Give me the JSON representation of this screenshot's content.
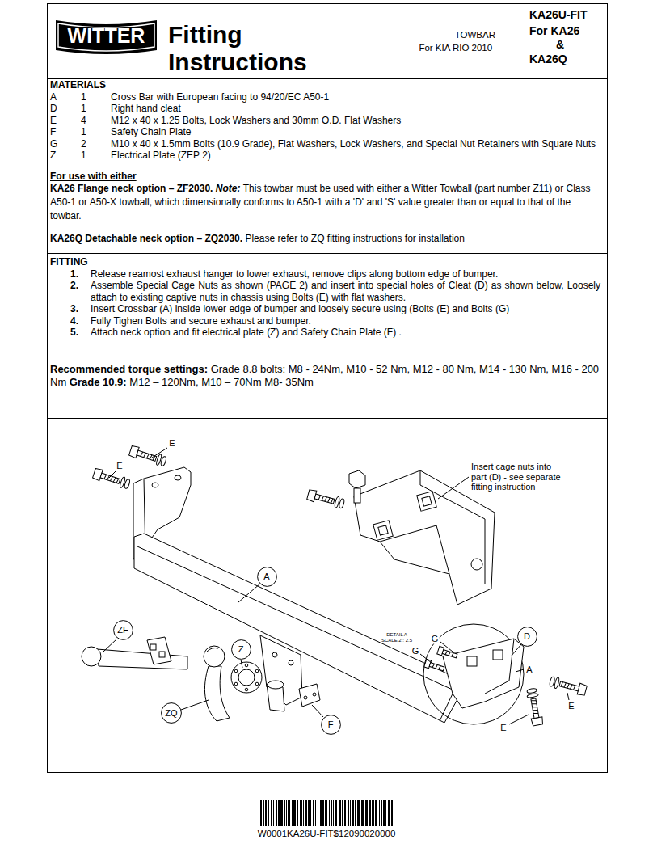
{
  "diagram": {
    "title": "Fitting Instructions",
    "nodes": [
      {
        "text": [
          "TOWBAR",
          "For KIA RIO 2010-",
          "KA26U-FIT",
          "For KA26",
          "&",
          "KA26Q"
        ]
      },
      {
        "text": [
          "WITTER"
        ],
        "in": 0
      },
      {
        "text": [
          "MATERIALS",
          "A",
          "1",
          "Cross Bar with European facing to 94/20/EC A50-1",
          "D",
          "1",
          "Right hand cleat",
          "E",
          "4",
          "M12 x 40 x 1.25 Bolts, Lock Washers and 30mm O.D. Flat Washers",
          "F",
          "1",
          "Safety Chain Plate",
          "G",
          "2",
          "M10 x 40 x 1.5mm Bolts (10.9 Grade), Flat Washers, Lock Washers, and Special Nut Retainers with Square Nuts",
          "Z",
          "1",
          "Electrical Plate (ZEP 2)",
          "For use with either",
          "KA26 Flange neck option – ZF2030.",
          "Note:",
          "This towbar must be used with either a Witter Towball (part number Z11) or Class A50-1 or A50-X towball, which dimensionally conforms to A50-1 with a 'D' and 'S' value greater than or equal to that of the towbar.",
          "KA26Q Detachable neck option – ZQ2030.",
          "Please refer to ZQ fitting instructions for installation"
        ]
      },
      {
        "text": [
          "FITTING",
          "1.",
          "Release reamost exhaust hanger to lower exhaust, remove clips along bottom edge of bumper.",
          "2.",
          "Assemble Special Cage Nuts as shown (PAGE 2) and insert into special holes of Cleat (D) as shown below, Loosely attach to existing captive nuts in chassis using Bolts (E) with flat washers.",
          "3.",
          "Insert Crossbar (A) inside lower edge of bumper and loosely secure using (Bolts (E) and Bolts (G)",
          "4.",
          "Fully Tighen Bolts and secure exhaust and bumper.",
          "5.",
          "Attach neck option and fit electrical plate (Z) and Safety Chain Plate (F) .",
          "Recommended torque settings:",
          "Grade 8.8 bolts: M8 - 24Nm, M10 - 52 Nm, M12 - 80 Nm, M14 - 130 Nm, M16 - 200 Nm",
          "Grade 10.9:",
          "M12 – 120Nm, M10 – 70Nm M8- 35Nm"
        ]
      },
      {
        "text": [
          "A"
        ]
      },
      {
        "text": [
          "ZF"
        ]
      },
      {
        "text": [
          "D"
        ]
      },
      {
        "text": [
          "Z"
        ]
      },
      {
        "text": [
          "ZQ"
        ]
      },
      {
        "text": [
          "F"
        ]
      }
    ],
    "labels": [
      "E",
      "E",
      "Insert cage nuts into part (D) - see separate fitting instruction",
      "DETAIL A",
      "SCALE 2 : 2.5",
      "G",
      "G",
      "A",
      "E",
      "E",
      "W0001KA26U-FIT$12090020000"
    ]
  }
}
